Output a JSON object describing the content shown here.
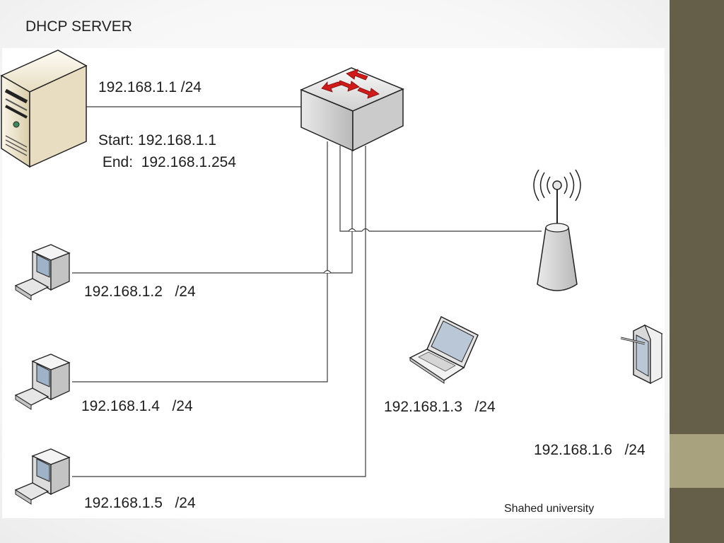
{
  "title": "DHCP SERVER",
  "server": {
    "ip": "192.168.1.1 /24",
    "pool_start": "Start: 192.168.1.1",
    "pool_end": " End:  192.168.1.254"
  },
  "clients": [
    {
      "device": "desktop-pc",
      "ip": "192.168.1.2   /24"
    },
    {
      "device": "desktop-pc",
      "ip": "192.168.1.4   /24"
    },
    {
      "device": "desktop-pc",
      "ip": "192.168.1.5   /24"
    },
    {
      "device": "laptop",
      "ip": "192.168.1.3   /24"
    },
    {
      "device": "tablet",
      "ip": "192.168.1.6   /24"
    }
  ],
  "footer": "Shahed university",
  "icons": [
    "server-icon",
    "switch-icon",
    "access-point-icon",
    "desktop-pc-icon",
    "laptop-icon",
    "tablet-icon"
  ],
  "colors": {
    "sidebar": "#655e49",
    "sidebar_accent": "#a8a27e",
    "switch_arrows": "#d11a1a"
  }
}
